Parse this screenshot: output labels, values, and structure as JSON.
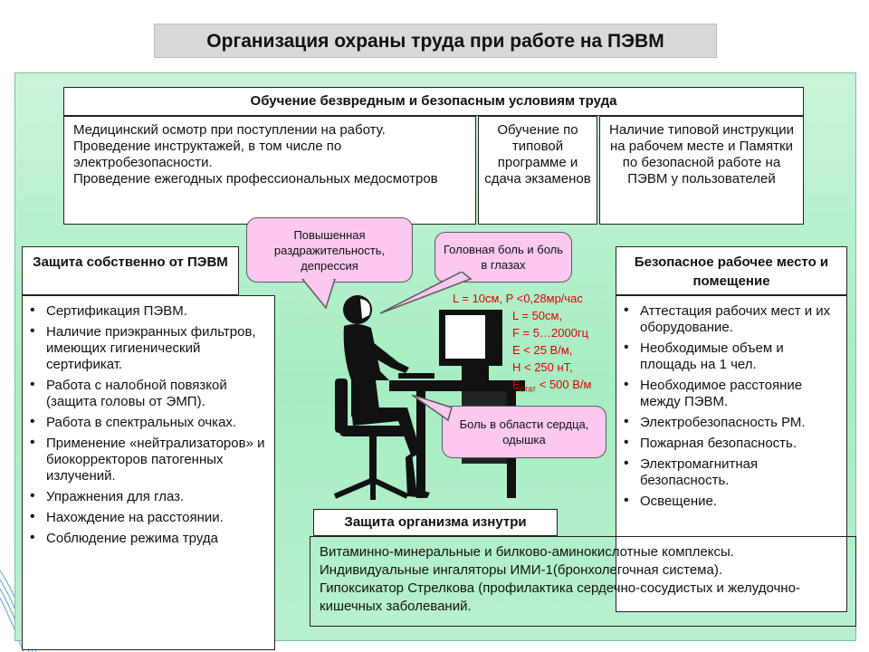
{
  "title": "Организация охраны труда при работе на ПЭВМ",
  "training": {
    "header": "Обучение безвредным и безопасным условиям труда",
    "col1": [
      "Медицинский осмотр при поступлении на работу.",
      "Проведение инструктажей, в том числе по электробезопасности.",
      "Проведение ежегодных профессиональных медосмотров"
    ],
    "col2": "Обучение по типовой программе и сдача экзаменов",
    "col3": "Наличие типовой инструкции на рабочем месте и Памятки по безопасной работе на ПЭВМ у пользователей"
  },
  "left": {
    "header": "Защита собственно от ПЭВМ",
    "items": [
      "Сертификация ПЭВМ.",
      "Наличие приэкранных фильтров, имеющих гигиенический сертификат.",
      "Работа с налобной повязкой (защита головы от ЭМП).",
      "Работа в спектральных очках.",
      "Применение «нейтрализаторов» и биокорректоров патогенных излучений.",
      "Упражнения для глаз.",
      "Нахождение на расстоянии.",
      "Соблюдение режима труда"
    ]
  },
  "right": {
    "header": "Безопасное рабочее место и помещение",
    "items": [
      "Аттестация рабочих мест и их оборудование.",
      "Необходимые объем и площадь на 1 чел.",
      "Необходимое расстояние между ПЭВМ.",
      "Электробезопасность РМ.",
      "Пожарная безопасность.",
      "Электромагнитная безопасность.",
      "Освещение."
    ]
  },
  "bubbles": {
    "irritability": "Повышенная раздражительность, депрессия",
    "headache": "Головная боль и боль в глазах",
    "heart": "Боль в области сердца, одышка"
  },
  "limits": {
    "line1": "L = 10см, P <0,28мр/час",
    "line2": "L = 50см,",
    "line3": "F = 5…2000гц",
    "line4": "E < 25 В/м,",
    "line5": "H < 250 нТ,",
    "line6_main": "E",
    "line6_sub": "стат",
    "line6_rest": " < 500 В/м"
  },
  "inner": {
    "header": "Защита организма изнутри",
    "lines": [
      "Витаминно-минеральные и билково-аминокислотные комплексы.",
      "Индивидуальные ингаляторы ИМИ-1(бронхолегочная система).",
      "Гипоксикатор Стрелкова (профилактика сердечно-сосудистых и желудочно-кишечных заболеваний."
    ]
  },
  "colors": {
    "panel": "#b8f0d0",
    "bubble": "#fbc8ef",
    "limits_text": "#e00000"
  }
}
